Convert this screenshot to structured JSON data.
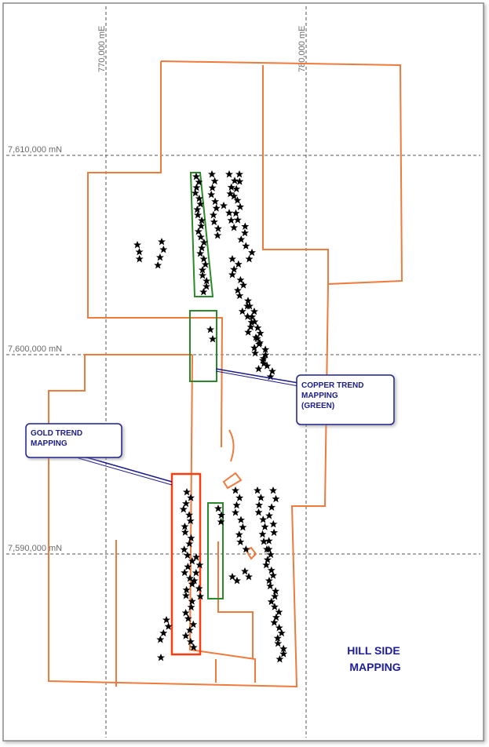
{
  "grid": {
    "easting_labels": [
      "770,000 mE",
      "780,000 mE"
    ],
    "northing_labels": [
      "7,610,000 mN",
      "7,600,000 mN",
      "7,590,000 mN"
    ]
  },
  "callouts": {
    "copper": {
      "lines": [
        "COPPER TREND",
        "MAPPING",
        "(GREEN)"
      ]
    },
    "gold": {
      "lines": [
        "GOLD TREND",
        "MAPPING"
      ]
    }
  },
  "title": {
    "lines": [
      "HILL SIDE",
      "MAPPING"
    ]
  },
  "colors": {
    "boundary": "#ee7a3c",
    "gold_box": "#ff3b10",
    "copper_box": "#2a8a2a",
    "callout_border": "#1c1c8c",
    "grid": "#555555",
    "marker": "#000000"
  },
  "legend_icons": {
    "sample": "star-icon"
  }
}
